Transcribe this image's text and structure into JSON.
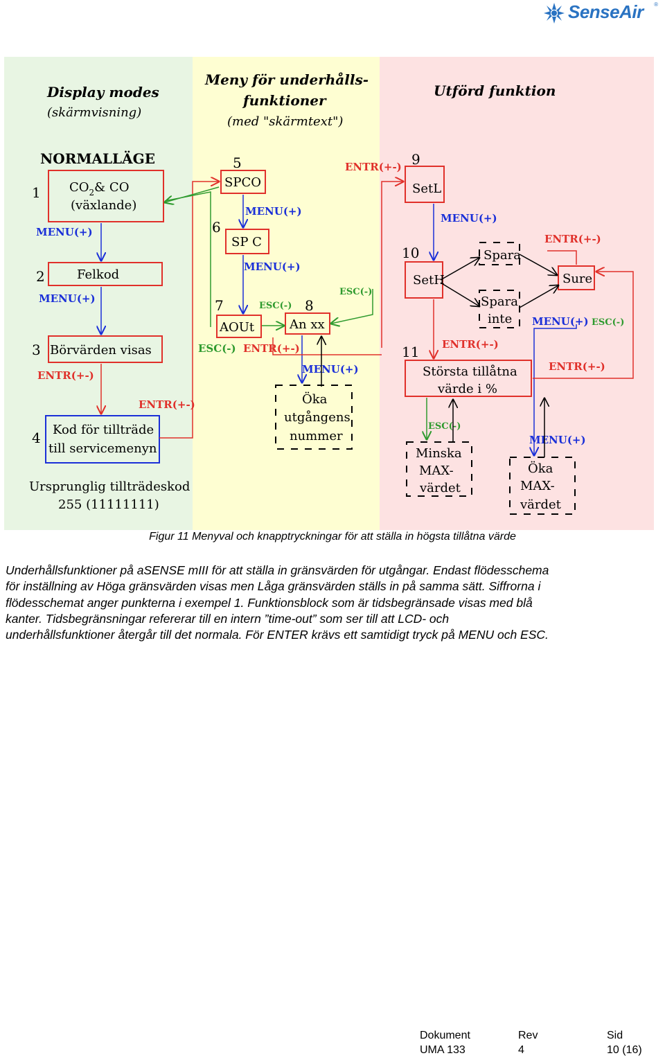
{
  "logo": {
    "text": "SenseAir",
    "reg": "®",
    "icon": "snowflake-fan-icon"
  },
  "colors": {
    "zone1": "#e8f5e3",
    "zone2": "#fefed2",
    "zone3": "#fde2e2",
    "box": "#e0302a",
    "green": "#2e9a2e",
    "blue": "#1a2fd8",
    "red": "#e0302a"
  },
  "diagram": {
    "headers": {
      "display_modes": "Display modes",
      "display_modes_sub": "(skärmvisning)",
      "meny_1": "Meny för underhålls-",
      "meny_2": "funktioner",
      "meny_sub": "(med \"skärmtext\")",
      "utford": "Utförd funktion"
    },
    "normal_title": "NORMALLÄGE",
    "numbers": [
      "1",
      "2",
      "3",
      "4",
      "5",
      "6",
      "7",
      "8",
      "9",
      "10",
      "11"
    ],
    "boxes": {
      "b1_co2": "CO",
      "b1_sub": "2",
      "b1_co": "& CO",
      "b1_line2": "(växlande)",
      "b2": "Felkod",
      "b3": "Börvärden visas",
      "b4_l1": "Kod för tillträde",
      "b4_l2": "till servicemenyn",
      "b5": "SPCO",
      "b6": "SP C",
      "b7": "AOUt",
      "b8": "An xx",
      "b9": "SetL",
      "b10": "SetH",
      "b11_l1": "Största tillåtna",
      "b11_l2": "värde i %",
      "spara": "Spara",
      "spara_inte_1": "Spara",
      "spara_inte_2": "inte",
      "sure": "Sure",
      "oka_utg_1": "Öka",
      "oka_utg_2": "utgångens",
      "oka_utg_3": "nummer",
      "minska_1": "Minska",
      "minska_2": "MAX-",
      "minska_3": "värdet",
      "oka_max_1": "Öka",
      "oka_max_2": "MAX-",
      "oka_max_3": "värdet"
    },
    "labels": {
      "menu1": "MENU(+)",
      "menu2": "MENU(+)",
      "entr3": "ENTR(+-)",
      "entr4": "ENTR(+-)",
      "menu5": "MENU(+)",
      "menu6": "MENU(+)",
      "esc7": "ESC(-)",
      "esc_out": "ESC(-)",
      "entr_out": "ENTR(+-)",
      "esc8": "ESC(-)",
      "menu8": "MENU(+)",
      "entr9": "ENTR(+-)",
      "menu9": "MENU(+)",
      "entr_sure": "ENTR(+-)",
      "menu_sure": "MENU(+)",
      "esc_sure": "ESC(-)",
      "entr10": "ENTR(+-)",
      "entr11": "ENTR(+-)",
      "esc11": "ESC(-)",
      "menu11": "MENU(+)"
    },
    "ursprunglig_1": "Ursprunglig tillträdeskod",
    "ursprunglig_2": "255 (11111111)"
  },
  "caption": "Figur 11 Menyval och knapptryckningar för att ställa in högsta tillåtna värde",
  "paragraph": [
    "Underhållsfunktioner på aSENSE mIII för att ställa in gränsvärden för utgångar. Endast flödesschema",
    "för inställning av Höga gränsvärden visas men Låga gränsvärden ställs in på samma sätt. Siffrorna i",
    "flödesschemat anger punkterna i exempel 1. Funktionsblock som är tidsbegränsade visas med blå",
    "kanter. Tidsbegränsningar refererar till en intern ”time-out” som ser till att LCD- och",
    "underhållsfunktioner återgår till det normala. För ENTER krävs ett samtidigt tryck på MENU och ESC."
  ],
  "footer": {
    "dokument_label": "Dokument",
    "rev_label": "Rev",
    "sid_label": "Sid",
    "dokument": "UMA 133",
    "rev": "4",
    "sid": "10 (16)"
  }
}
